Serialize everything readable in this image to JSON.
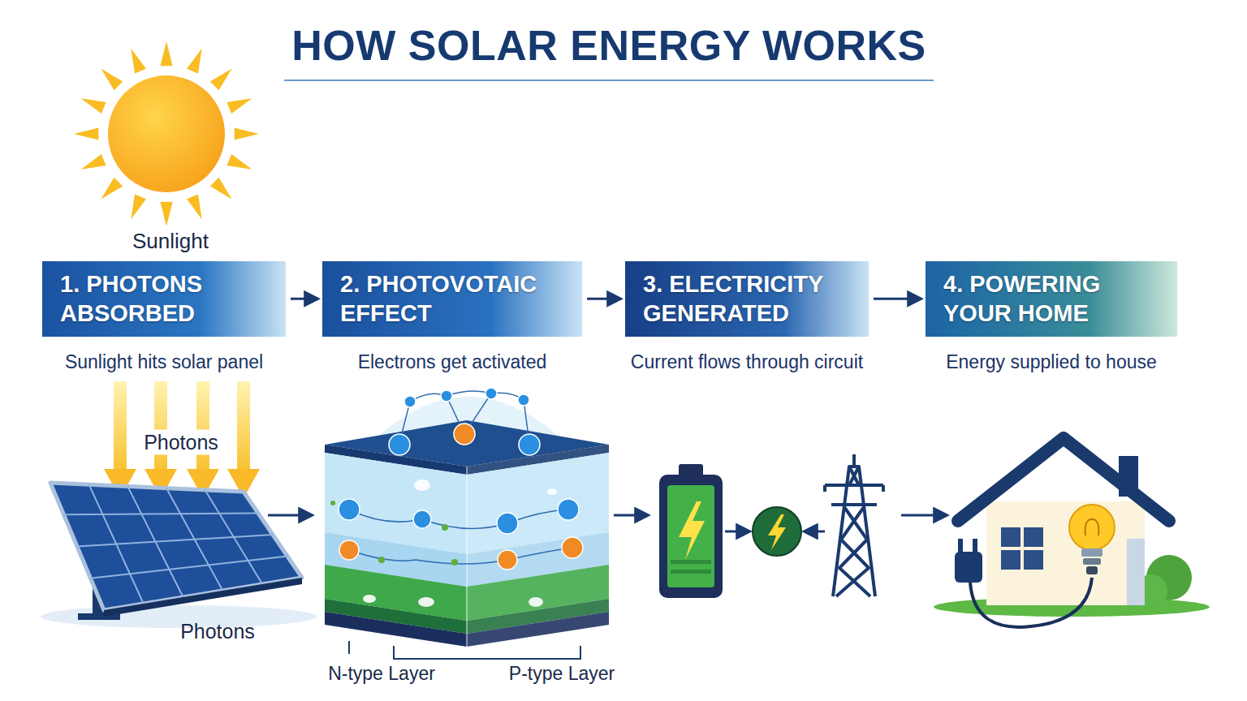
{
  "diagram": {
    "title": "HOW SOLAR ENERGY WORKS",
    "nodes": [
      {
        "text": [
          "1. PHOTONS ABSORBED",
          "Sunlight hits solar panel"
        ]
      },
      {
        "text": [
          "2. PHOTOVOTAIC EFFECT",
          "Electrons get activated"
        ]
      },
      {
        "text": [
          "3. ELECTRICITY GENERATED",
          "Current flows through circuit"
        ]
      },
      {
        "text": [
          "4. POWERING YOUR HOME",
          "Energy supplied to house"
        ]
      }
    ],
    "edges": [
      {
        "from": 0,
        "to": 1,
        "arrow": "to"
      },
      {
        "from": 1,
        "to": 2,
        "arrow": "to"
      },
      {
        "from": 2,
        "to": 3,
        "arrow": "to"
      }
    ],
    "labels": [
      "Sunlight",
      "Photons",
      "Photons",
      "N-type Layer",
      "P-type Layer"
    ]
  }
}
